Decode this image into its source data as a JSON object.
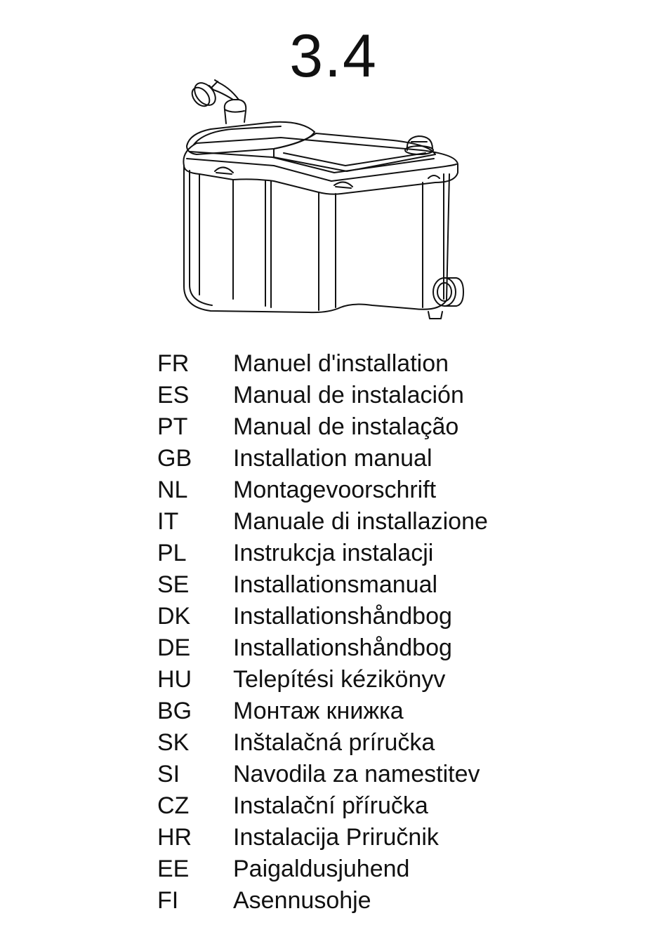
{
  "model": "3.4",
  "product_illustration": "pump-unit-line-drawing",
  "languages": [
    {
      "code": "FR",
      "title": "Manuel d'installation"
    },
    {
      "code": "ES",
      "title": "Manual de instalación"
    },
    {
      "code": "PT",
      "title": "Manual de instalação"
    },
    {
      "code": "GB",
      "title": "Installation manual"
    },
    {
      "code": "NL",
      "title": "Montagevoorschrift"
    },
    {
      "code": "IT",
      "title": "Manuale di installazione"
    },
    {
      "code": "PL",
      "title": "Instrukcja instalacji"
    },
    {
      "code": "SE",
      "title": "Installationsmanual"
    },
    {
      "code": "DK",
      "title": "Installationshåndbog"
    },
    {
      "code": "DE",
      "title": "Installationshåndbog"
    },
    {
      "code": "HU",
      "title": "Telepítési kézikönyv"
    },
    {
      "code": "BG",
      "title": "Монтаж книжка"
    },
    {
      "code": "SK",
      "title": "Inštalačná príručka"
    },
    {
      "code": "SI",
      "title": "Navodila za namestitev"
    },
    {
      "code": "CZ",
      "title": "Instalační příručka"
    },
    {
      "code": "HR",
      "title": "Instalacija Priručnik"
    },
    {
      "code": "EE",
      "title": "Paigaldusjuhend"
    },
    {
      "code": "FI",
      "title": "Asennusohje"
    }
  ]
}
